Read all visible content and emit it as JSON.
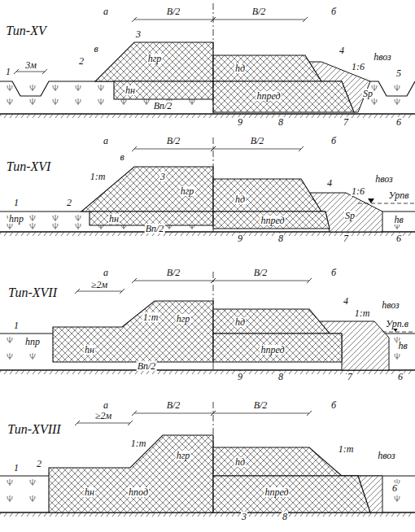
{
  "diagram": {
    "labels": [
      "Тип-XV",
      "а",
      "б",
      "В/2",
      "В/2",
      "1",
      "3м",
      "в",
      "2",
      "3",
      "hгр",
      "hн",
      "hд",
      "hпред",
      "4",
      "1:6",
      "hвоз",
      "5",
      "Sр",
      "Вп/2",
      "9",
      "8",
      "7",
      "6",
      "Тип-XVI",
      "а",
      "б",
      "В/2",
      "В/2",
      "в",
      "1:m",
      "3",
      "2",
      "1",
      "hпр",
      "hн",
      "hгр",
      "hд",
      "hпред",
      "4",
      "1:6",
      "hвоз",
      "Урпв",
      "Sр",
      "hв",
      "Вп/2",
      "9",
      "8",
      "7",
      "6",
      "Тип-XVII",
      "а",
      "б",
      "≥2м",
      "В/2",
      "В/2",
      "1:m",
      "hгр",
      "1",
      "hпр",
      "hн",
      "hд",
      "hпред",
      "4",
      "1:m",
      "hвоз",
      "Урп.в",
      "hв",
      "Вп/2",
      "9",
      "8",
      "7",
      "6",
      "Тип-XVIII",
      "а",
      "б",
      "≥2м",
      "В/2",
      "В/2",
      "1:m",
      "2",
      "hгр",
      "1:m",
      "1",
      "hн",
      "hпод",
      "hд",
      "hпред",
      "hвоз",
      "6",
      "3",
      "8"
    ]
  }
}
